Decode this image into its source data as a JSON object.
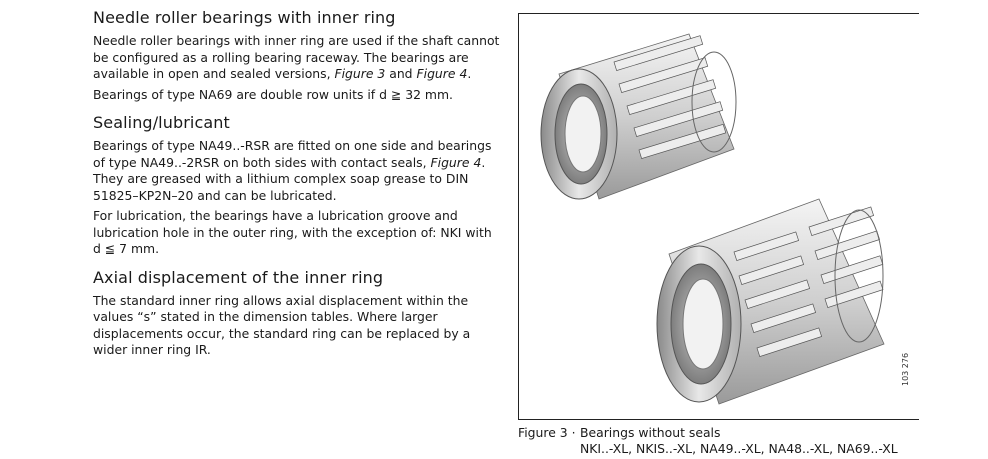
{
  "sections": [
    {
      "heading": "Needle roller bearings with inner ring",
      "p1": "Needle roller bearings with inner ring are used if the shaft cannot be configured as a rolling bearing raceway. The bearings are available in open and sealed versions, ",
      "p1_ref1": "Figure 3",
      "p1_and": " and ",
      "p1_ref2": "Figure 4",
      "p1_end": ".",
      "p2": "Bearings of type NA69 are double row units if d ≧ 32 mm."
    },
    {
      "heading": "Sealing/lubricant",
      "p1": "Bearings of type NA49..-RSR are fitted on one side and bearings of type NA49..-2RSR on both sides with contact seals, ",
      "p1_ref": "Figure 4",
      "p1_end": ". They are greased with a lithium complex soap grease to DIN 51825–KP2N–20 and can be lubricated.",
      "p2": "For lubrication, the bearings have a lubrication groove and lubrication hole in the outer ring, with the exception of: NKI with d ≦ 7 mm."
    },
    {
      "heading": "Axial displacement of the inner ring",
      "p1": "The standard inner ring allows axial displacement within the values “s” stated in the dimension tables. Where larger displacements occur, the standard ring can be replaced by a wider inner ring IR."
    }
  ],
  "figure": {
    "code": "103 276",
    "caption_label": "Figure 3 ·",
    "caption_title": "Bearings without seals",
    "caption_types": "NKI..-XL, NKIS..-XL, NA49..-XL, NA48..-XL, NA69..-XL"
  }
}
